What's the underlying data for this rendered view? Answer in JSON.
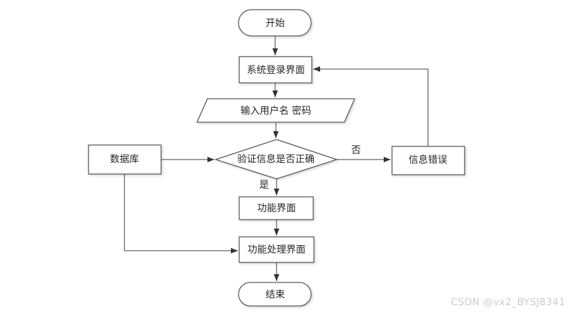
{
  "diagram": {
    "nodes": {
      "start": {
        "label": "开始",
        "shape": "terminator"
      },
      "login": {
        "label": "系统登录界面",
        "shape": "process"
      },
      "input": {
        "label": "输入用户名 密码",
        "shape": "input-output"
      },
      "decision": {
        "label": "验证信息是否正确",
        "shape": "decision"
      },
      "database": {
        "label": "数据库",
        "shape": "process"
      },
      "error": {
        "label": "信息错误",
        "shape": "process"
      },
      "function": {
        "label": "功能界面",
        "shape": "process"
      },
      "process": {
        "label": "功能处理界面",
        "shape": "process"
      },
      "end": {
        "label": "结束",
        "shape": "terminator"
      }
    },
    "edge_labels": {
      "yes": "是",
      "no": "否"
    },
    "colors": {
      "node_border": "#595959",
      "node_fill": "#ffffff",
      "connector": "#666666",
      "arrowhead": "#333333",
      "text": "#262626",
      "background": "#ffffff"
    }
  },
  "watermark": {
    "text": "CSDN @vx2_BYSJ8341",
    "color": "#cccccc"
  }
}
